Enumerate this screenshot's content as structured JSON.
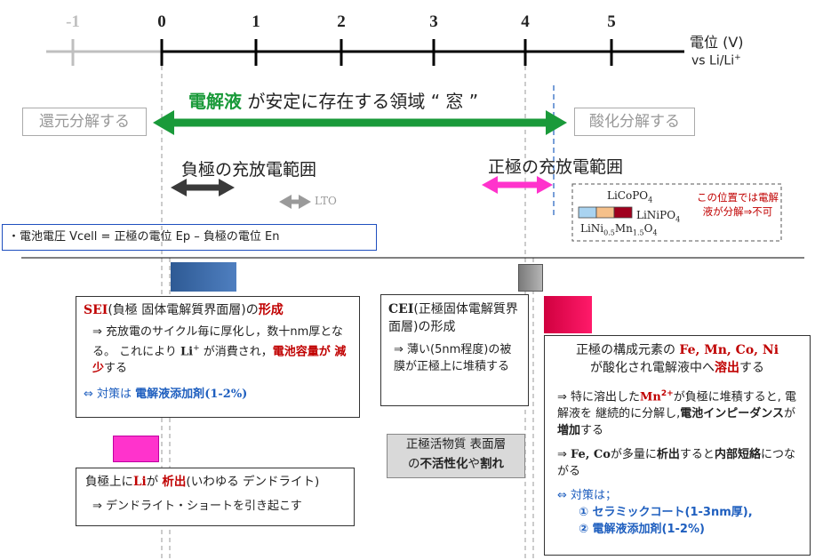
{
  "axis": {
    "ticks": [
      "-1",
      "0",
      "1",
      "2",
      "3",
      "4",
      "5"
    ],
    "label_main": "電位 (V)",
    "label_ref": "vs Li/Li",
    "label_ref_sup": "+"
  },
  "window": {
    "em": "電解液",
    "rest": " が安定に存在する領域 “ 窓 ”",
    "reduction": "還元分解する",
    "oxidation": "酸化分解する"
  },
  "ranges": {
    "negative": "負極の充放電範囲",
    "positive": "正極の充放電範囲",
    "lto": "LTO"
  },
  "materials": {
    "licopo4": "LiCoPO",
    "licopo4_sub": "4",
    "linipo4": "LiNiPO",
    "linipo4_sub": "4",
    "lnmo_a": "LiNi",
    "lnmo_sub1": "0.5",
    "lnmo_b": "Mn",
    "lnmo_sub2": "1.5",
    "lnmo_c": "O",
    "lnmo_sub3": "4",
    "note": "この位置では電解液が分解⇒不可"
  },
  "voltage_formula": "・電池電圧 Vcell = 正極の電位 Ep – 負極の電位 En",
  "sei": {
    "title_em": "SEI",
    "title_rest": "(負極 固体電解質界面層)の",
    "title_tail": "形成",
    "l1": "⇒ 充放電のサイクル毎に厚化し，数十nm厚となる。 これにより ",
    "l1_li": "Li",
    "l1_sup": "+",
    "l1_rest": " が消費され，",
    "l1_em": "電池容量が 減少",
    "l1_end": "する",
    "counter_a": "⇔ 対策は ",
    "counter_b": "電解液添加剤",
    "counter_c": "(1-2%)"
  },
  "cei": {
    "title_em": "CEI",
    "title_rest": "(正極固体電解質界面層)の形成",
    "body": "⇒ 薄い(5nm程度)の被膜が正極上に堆積する"
  },
  "inactivation": {
    "l1": "正極活物質 表面層",
    "l2a": "の",
    "l2b": "不活性化",
    "l2c": "や",
    "l2d": "割れ"
  },
  "dissolution": {
    "l1a": "正極の構成元素の ",
    "l1b": "Fe, Mn, Co, Ni",
    "l2a": "が酸化され電解液中へ",
    "l2b": "溶出",
    "l2c": "する",
    "p1a": "⇒ 特に溶出した",
    "p1b": "Mn",
    "p1sup": "2+",
    "p1c": "が負極に堆積すると, 電解液を 継続的に分解し,",
    "p1d": "電池インピーダンス",
    "p1e": "が",
    "p1f": "増加",
    "p1g": "する",
    "p2a": "⇒ ",
    "p2b": "Fe, Co",
    "p2c": "が多量に",
    "p2d": "析出",
    "p2e": "すると",
    "p2f": "内部短絡",
    "p2g": "につながる",
    "c0": "⇔ 対策は；",
    "c1": "① セラミックコート(1-3nm厚),",
    "c2": "② 電解液添加剤(1-2%)"
  },
  "dendrite": {
    "t1": "負極上に",
    "t2": "Li",
    "t3": "が ",
    "t4": "析出",
    "t5": "(いわゆる デンドライト)",
    "l2": "⇒ デンドライト・ショートを引き起こす"
  },
  "colors": {
    "green": "#1a9a3a",
    "magenta": "#ff33cc",
    "dark_red": "#c00000",
    "blue_text": "#1f5fbf",
    "sei_bar": "#2e5a94",
    "cei_bar": "#8c8c8c",
    "diss_bar": "#e0004d",
    "dend_bar": "#ff33cc"
  }
}
